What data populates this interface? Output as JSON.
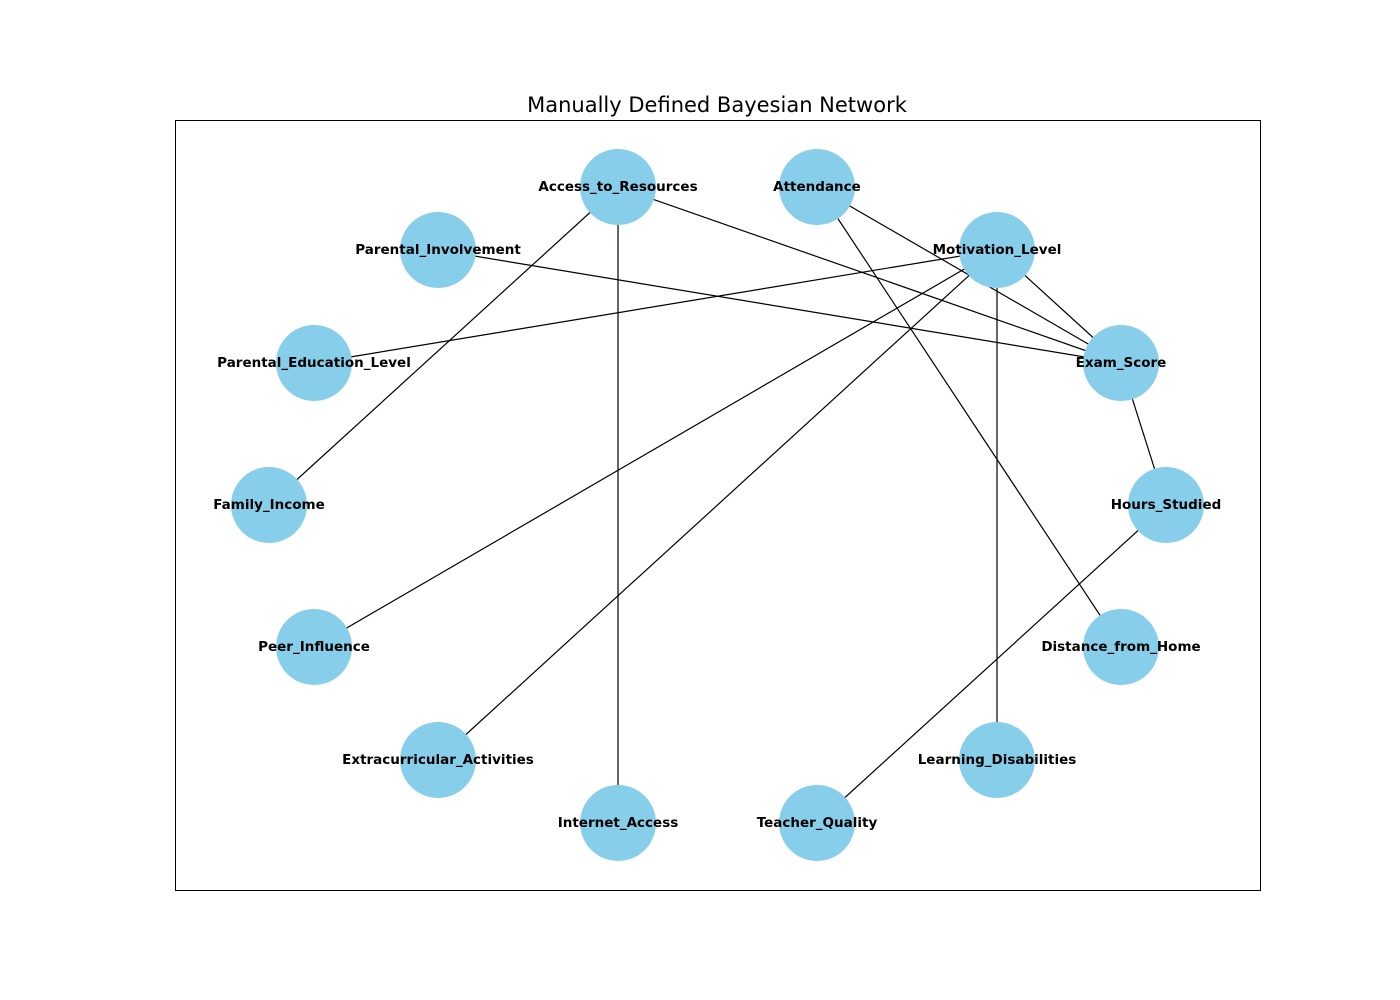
{
  "title": "Manually Defined Bayesian Network",
  "colors": {
    "node_fill": "#87CEEB",
    "edge": "#000000",
    "frame": "#000000"
  },
  "nodes": [
    {
      "id": "access",
      "label": "Access_to_Resources"
    },
    {
      "id": "attendance",
      "label": "Attendance"
    },
    {
      "id": "motivation",
      "label": "Motivation_Level"
    },
    {
      "id": "exam",
      "label": "Exam_Score"
    },
    {
      "id": "hours",
      "label": "Hours_Studied"
    },
    {
      "id": "distance",
      "label": "Distance_from_Home"
    },
    {
      "id": "learning",
      "label": "Learning_Disabilities"
    },
    {
      "id": "teacher",
      "label": "Teacher_Quality"
    },
    {
      "id": "internet",
      "label": "Internet_Access"
    },
    {
      "id": "extracurricular",
      "label": "Extracurricular_Activities"
    },
    {
      "id": "peer",
      "label": "Peer_Influence"
    },
    {
      "id": "family",
      "label": "Family_Income"
    },
    {
      "id": "parentedu",
      "label": "Parental_Education_Level"
    },
    {
      "id": "parentinv",
      "label": "Parental_Involvement"
    }
  ],
  "edges": [
    [
      "access",
      "exam"
    ],
    [
      "access",
      "internet"
    ],
    [
      "access",
      "family"
    ],
    [
      "attendance",
      "exam"
    ],
    [
      "attendance",
      "distance"
    ],
    [
      "parentinv",
      "exam"
    ],
    [
      "motivation",
      "exam"
    ],
    [
      "motivation",
      "learning"
    ],
    [
      "motivation",
      "parentedu"
    ],
    [
      "motivation",
      "peer"
    ],
    [
      "motivation",
      "extracurricular"
    ],
    [
      "exam",
      "hours"
    ],
    [
      "hours",
      "teacher"
    ]
  ]
}
